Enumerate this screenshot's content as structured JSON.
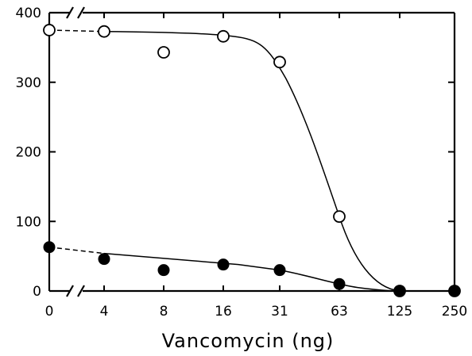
{
  "chart_data": {
    "type": "scatter",
    "title": "",
    "xlabel": "Vancomycin (ng)",
    "ylabel": "",
    "x_tick_labels": [
      "0",
      "4",
      "8",
      "16",
      "31",
      "63",
      "125",
      "250"
    ],
    "y_tick_labels": [
      "0",
      "100",
      "200",
      "300",
      "400"
    ],
    "ylim": [
      0,
      400
    ],
    "x_scale": "log2 (axis broken between 0 and 4)",
    "grid": false,
    "legend": "none",
    "series": [
      {
        "marker": "open-circle",
        "x": [
          0,
          4,
          8,
          16,
          31,
          63,
          125,
          250
        ],
        "y": [
          375,
          373,
          343,
          366,
          329,
          107,
          0,
          0
        ]
      },
      {
        "marker": "filled-circle",
        "x": [
          0,
          4,
          8,
          16,
          31,
          63,
          125,
          250
        ],
        "y": [
          63,
          46,
          30,
          38,
          30,
          10,
          0,
          0
        ]
      }
    ]
  }
}
